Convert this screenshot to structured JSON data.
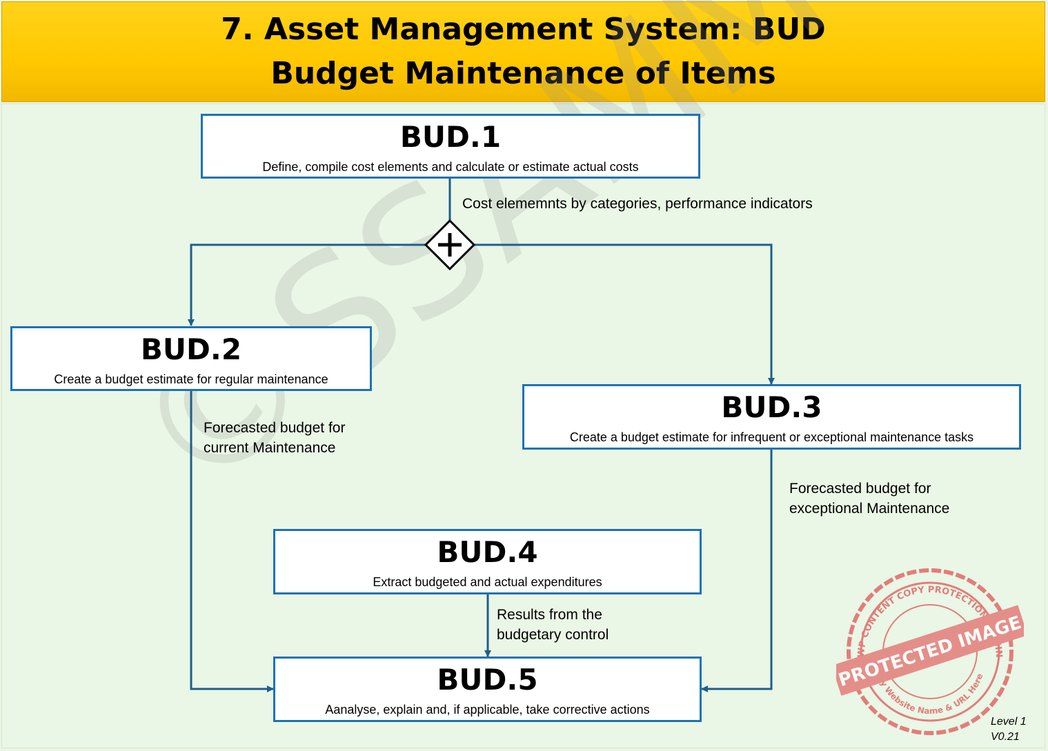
{
  "header": {
    "title_line1": "7. Asset Management System: BUD",
    "title_line2": "Budget Maintenance of Items"
  },
  "boxes": {
    "bud1": {
      "code": "BUD.1",
      "desc": "Define, compile cost elements and calculate or estimate actual costs"
    },
    "bud2": {
      "code": "BUD.2",
      "desc": "Create a budget estimate for regular maintenance"
    },
    "bud3": {
      "code": "BUD.3",
      "desc": "Create a budget estimate for infrequent or exceptional maintenance tasks"
    },
    "bud4": {
      "code": "BUD.4",
      "desc": "Extract budgeted and actual expenditures"
    },
    "bud5": {
      "code": "BUD.5",
      "desc": "Aanalyse, explain and, if applicable, take corrective actions"
    }
  },
  "flows": {
    "f1": "Cost elememnts by categories, performance indicators",
    "f2_line1": "Forecasted budget for",
    "f2_line2": "current Maintenance",
    "f3_line1": "Forecasted budget for",
    "f3_line2": "exceptional Maintenance",
    "f4_line1": "Results from the",
    "f4_line2": "budgetary control"
  },
  "gateway": {
    "type": "parallel",
    "symbol": "+"
  },
  "watermark": "©SSAMM",
  "stamp": {
    "ring_text": "WP CONTENT COPY PROTECTION PLUGIN",
    "band_text": "PROTECTED IMAGE",
    "bottom_text": "My Website Name & URL Here"
  },
  "footer": {
    "level": "Level 1",
    "version": "V0.21"
  },
  "colors": {
    "header": "#ffc800",
    "box_border": "#1a73b5",
    "connector": "#1e5f8c",
    "background": "#eaf6e6",
    "stamp": "#e05555"
  }
}
